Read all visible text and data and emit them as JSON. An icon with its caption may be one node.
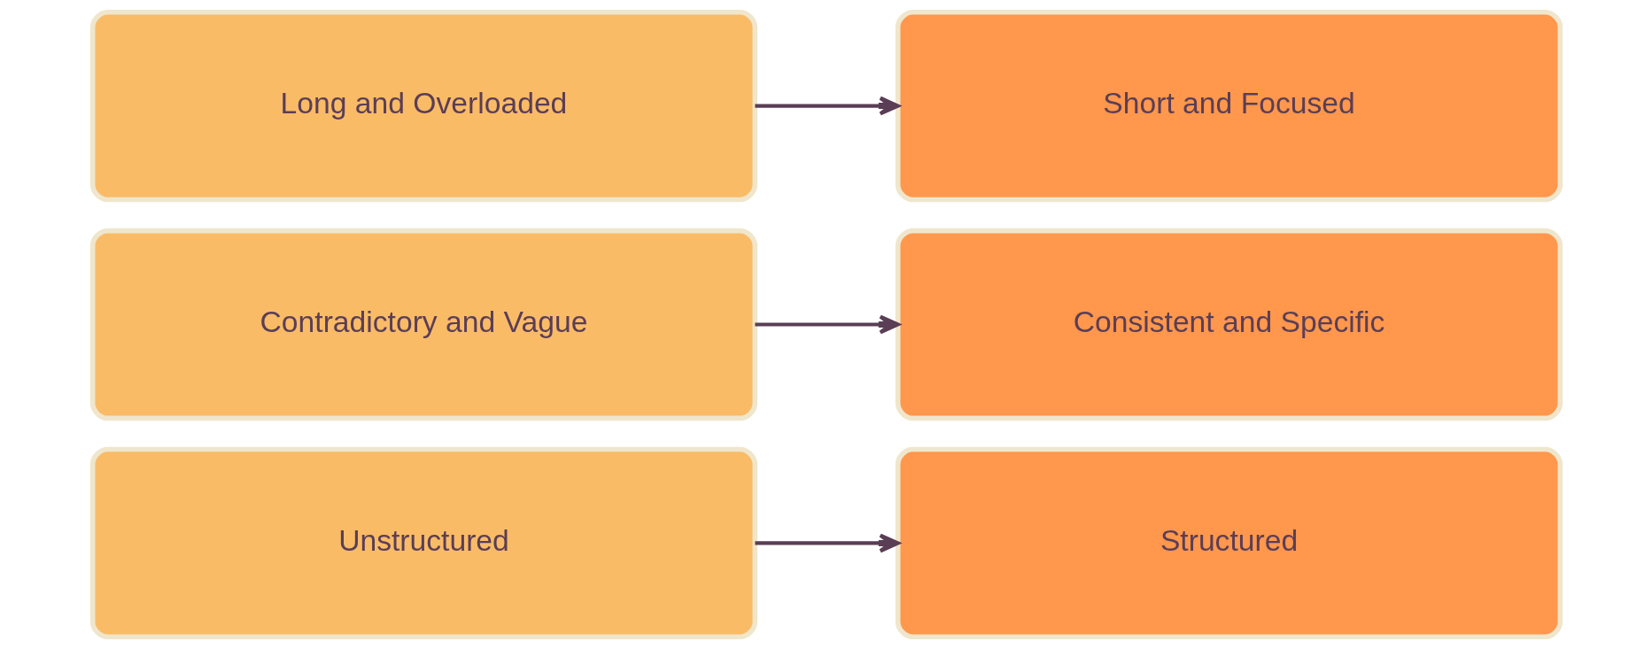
{
  "diagram": {
    "nodes": [
      {
        "text": [
          "Long and Overloaded"
        ]
      },
      {
        "text": [
          "Short and Focused"
        ]
      },
      {
        "text": [
          "Contradictory and Vague"
        ]
      },
      {
        "text": [
          "Consistent and Specific"
        ]
      },
      {
        "text": [
          "Unstructured"
        ]
      },
      {
        "text": [
          "Structured"
        ]
      }
    ],
    "edges": [
      {
        "from": 0,
        "to": 1,
        "arrow": "to"
      },
      {
        "from": 2,
        "to": 3,
        "arrow": "to"
      },
      {
        "from": 4,
        "to": 5,
        "arrow": "to"
      }
    ]
  }
}
